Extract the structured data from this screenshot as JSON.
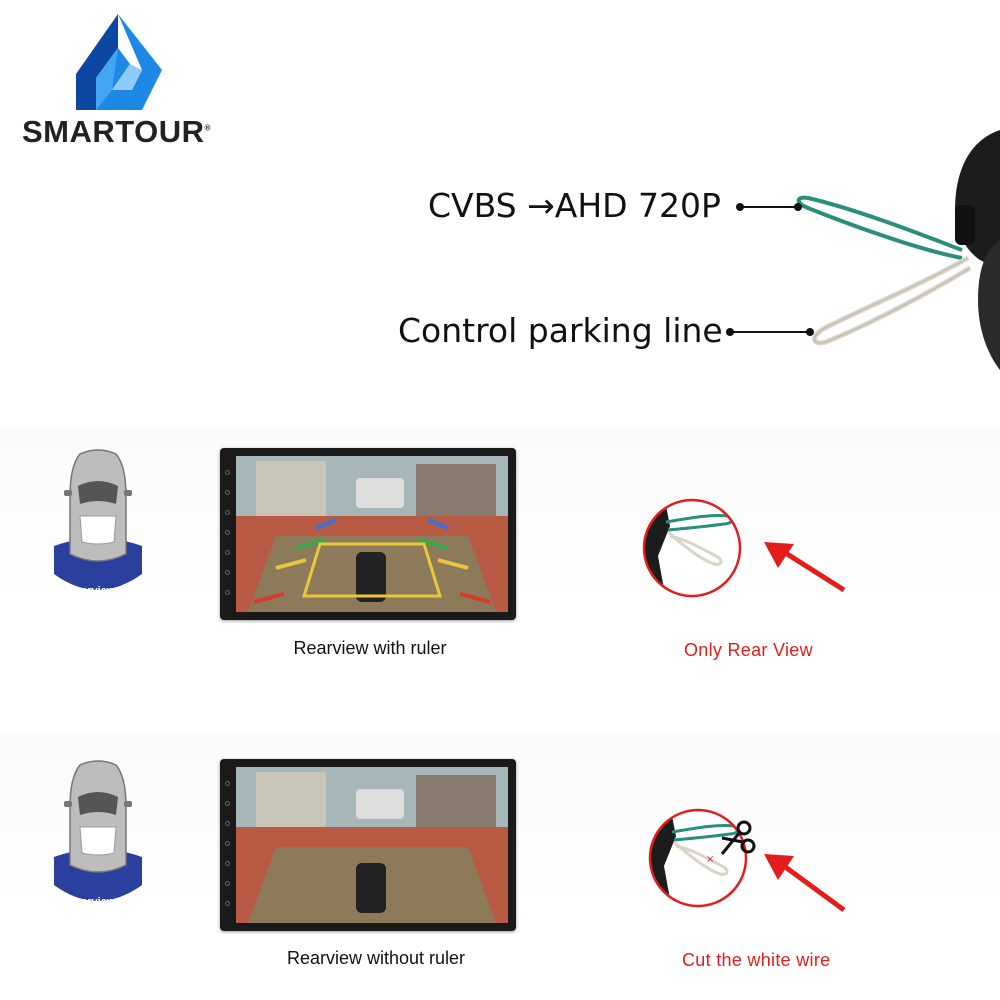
{
  "brand": {
    "name": "SMARTOUR",
    "trademark": "®",
    "colors": {
      "logo_dark": "#1565c0",
      "logo_light": "#42a5f5"
    }
  },
  "wiring": {
    "cvbs_label": "CVBS →AHD 720P",
    "parking_label": "Control parking line"
  },
  "rows": [
    {
      "badge_label": "rearview",
      "screen_caption": "Rearview with ruler",
      "result_caption": "Only Rear View",
      "show_ruler": true
    },
    {
      "badge_label": "rearview",
      "screen_caption": "Rearview without ruler",
      "result_caption": "Cut the white wire",
      "show_ruler": false
    }
  ],
  "colors": {
    "accent_red": "#e31c1c",
    "wire_green": "#2a8f7a",
    "wire_white": "#d8d4c8",
    "badge_blue": "#2a3f9e"
  }
}
